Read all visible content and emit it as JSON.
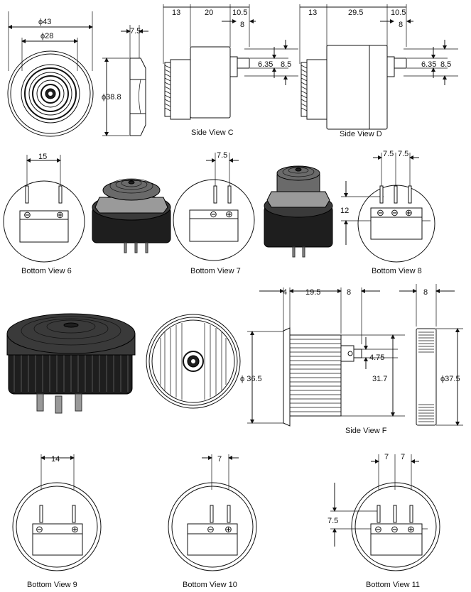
{
  "front_view": {
    "outer_dia": "ϕ43",
    "inner_dia": "ϕ28"
  },
  "edge_view": {
    "thickness": "7.5",
    "dia": "ϕ38.8"
  },
  "side_view_c": {
    "caption": "Side View C",
    "dims": [
      "13",
      "20",
      "10.5",
      "8"
    ],
    "pin_dims": [
      "6.35",
      "8.5"
    ]
  },
  "side_view_d": {
    "caption": "Side View D",
    "dims": [
      "13",
      "29.5",
      "10.5",
      "8"
    ],
    "pin_dims": [
      "6.35",
      "8.5"
    ]
  },
  "bottom_view_6": {
    "caption": "Bottom View 6",
    "dim": "15"
  },
  "bottom_view_7": {
    "caption": "Bottom View  7",
    "dim": "7.5"
  },
  "bottom_view_8": {
    "caption": "Bottom View  8",
    "dims": [
      "7.5",
      "7.5"
    ],
    "height": "12"
  },
  "side_view_f": {
    "caption": "Side View F",
    "dims": [
      "4",
      "19.5",
      "8"
    ],
    "pin_dim": "4.75",
    "left_dia": "ϕ 36.5",
    "height": "31.7"
  },
  "edge_view_2": {
    "thickness": "8",
    "dia": "ϕ37.5"
  },
  "bottom_view_9": {
    "caption": "Bottom View  9",
    "dim": "14"
  },
  "bottom_view_10": {
    "caption": "Bottom View 10",
    "dim": "7"
  },
  "bottom_view_11": {
    "caption": "Bottom View  11",
    "dims": [
      "7",
      "7"
    ],
    "height": "7.5"
  },
  "polarity": {
    "minus": "⊖",
    "plus": "⊕"
  }
}
